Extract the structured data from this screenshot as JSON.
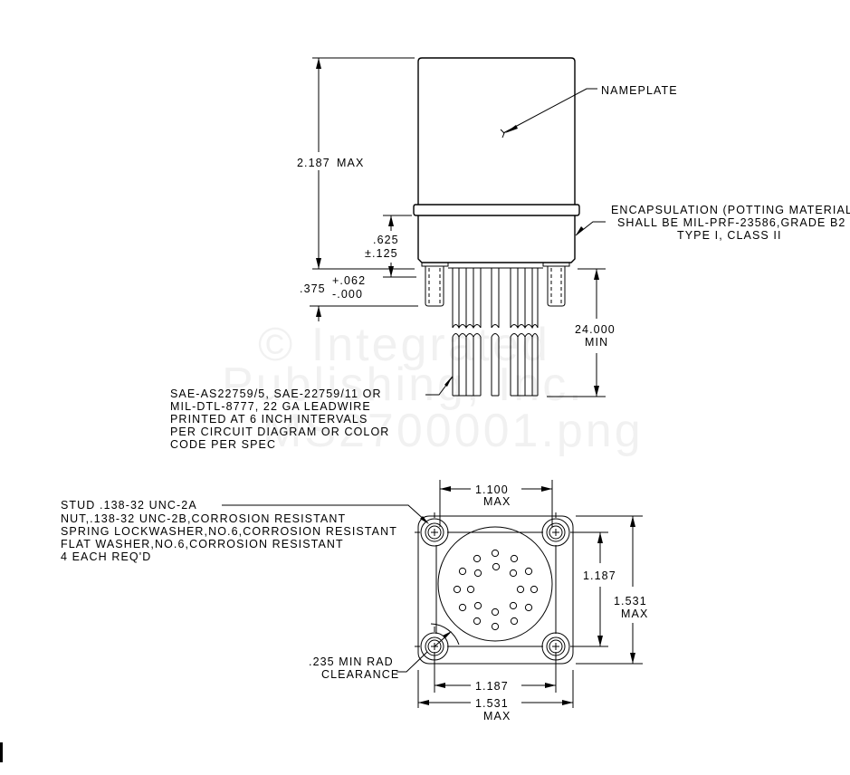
{
  "side_view": {
    "nameplate_label": "NAMEPLATE",
    "encapsulation_note": [
      "ENCAPSULATION (POTTING MATERIAL)",
      "SHALL BE MIL-PRF-23586,GRADE B2",
      "TYPE I, CLASS II"
    ],
    "overall_height": {
      "value": "2.187",
      "qualifier": "MAX"
    },
    "band_dim": {
      "value": ".625",
      "tolerance": "±.125"
    },
    "stud_length": {
      "value": ".375",
      "tol_plus": "+.062",
      "tol_minus": "-.000"
    },
    "lead_length": {
      "value": "24.000",
      "qualifier": "MIN"
    },
    "leadwire_note": [
      "SAE-AS22759/5, SAE-22759/11 OR",
      "MIL-DTL-8777, 22 GA LEADWIRE",
      "PRINTED AT 6 INCH INTERVALS",
      "PER CIRCUIT DIAGRAM OR COLOR",
      "CODE PER SPEC"
    ]
  },
  "bottom_view": {
    "stud_note": [
      "STUD .138-32 UNC-2A",
      "NUT,.138-32 UNC-2B,CORROSION RESISTANT",
      "SPRING LOCKWASHER,NO.6,CORROSION RESISTANT",
      "FLAT WASHER,NO.6,CORROSION RESISTANT",
      "4 EACH REQ'D"
    ],
    "clearance_note": [
      ".235 MIN RAD",
      "CLEARANCE"
    ],
    "top_width": {
      "value": "1.100",
      "qualifier": "MAX"
    },
    "hole_spacing_v": {
      "value": "1.187"
    },
    "overall_v": {
      "value": "1.531",
      "qualifier": "MAX"
    },
    "hole_spacing_h": {
      "value": "1.187"
    },
    "overall_h": {
      "value": "1.531",
      "qualifier": "MAX"
    },
    "pin_count": 20
  },
  "watermark": [
    "© Integrated",
    "Publishing, Inc.",
    "MS2700001.png"
  ]
}
